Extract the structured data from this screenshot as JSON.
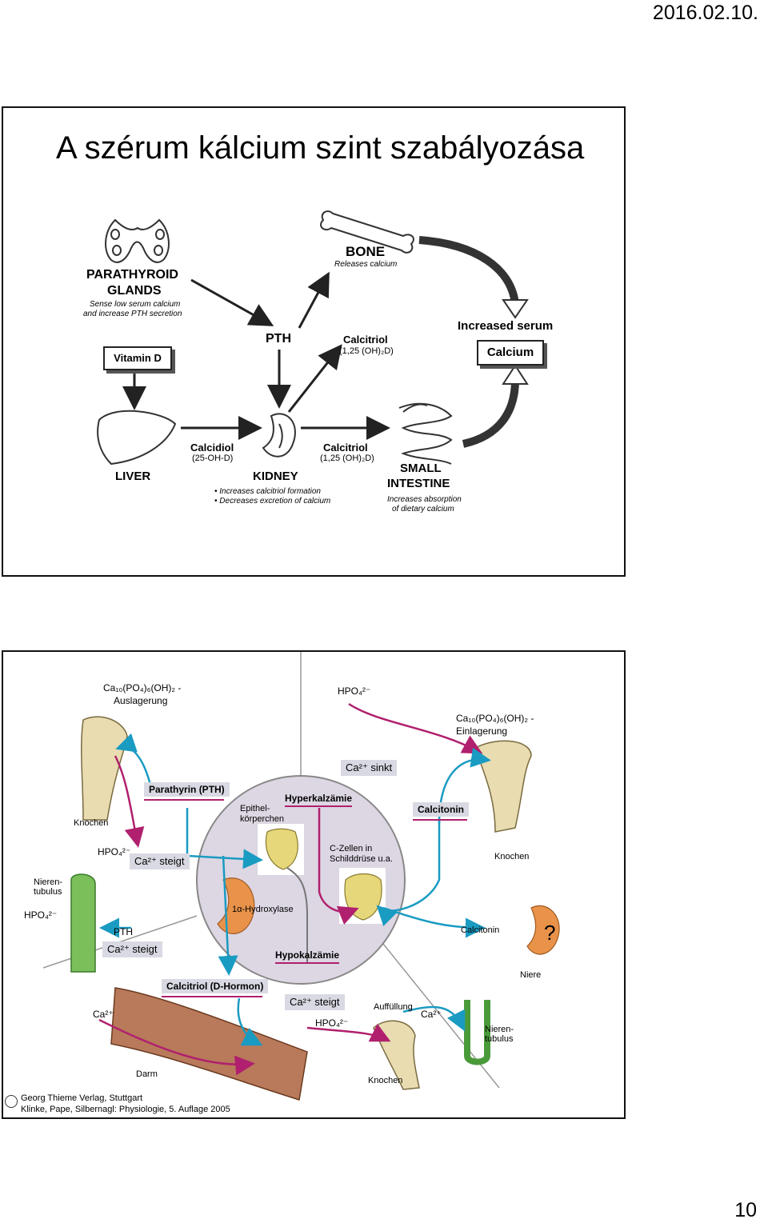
{
  "header": {
    "date": "2016.02.10."
  },
  "slide1": {
    "title": "A szérum kálcium szint szabályozása",
    "parathyroid": {
      "title_line1": "PARATHYROID",
      "title_line2": "GLANDS",
      "desc_line1": "Sense low serum calcium",
      "desc_line2": "and increase PTH secretion"
    },
    "bone": {
      "title": "BONE",
      "desc": "Releases calcium"
    },
    "pth": "PTH",
    "calcitriol_top": {
      "name": "Calcitriol",
      "formula": "(1,25 (OH)₂D)"
    },
    "vitamin_d": "Vitamin D",
    "increased_serum": "Increased serum",
    "calcium_box": "Calcium",
    "liver": "LIVER",
    "calcidiol": {
      "name": "Calcidiol",
      "formula": "(25-OH-D)"
    },
    "kidney": {
      "title": "KIDNEY",
      "bullet1": "• Increases calcitriol formation",
      "bullet2": "• Decreases excretion of calcium"
    },
    "calcitriol_bottom": {
      "name": "Calcitriol",
      "formula": "(1,25 (OH)₂D)"
    },
    "small_intestine": {
      "line1": "SMALL",
      "line2": "INTESTINE",
      "desc_line1": "Increases absorption",
      "desc_line2": "of dietary calcium"
    }
  },
  "slide2": {
    "auslagerung": {
      "formula": "Ca₁₀(PO₄)₆(OH)₂ -",
      "label": "Auslagerung"
    },
    "hpo4_top": "HPO₄²⁻",
    "einlagerung": {
      "formula": "Ca₁₀(PO₄)₆(OH)₂ -",
      "label": "Einlagerung"
    },
    "ca_sinkt": "Ca²⁺ sinkt",
    "parathyrin": "Parathyrin (PTH)",
    "hyperkalzaemie": "Hyperkalzämie",
    "calcitonin_box": "Calcitonin",
    "epithel_line1": "Epithel-",
    "epithel_line2": "körperchen",
    "knochen_left": "Knochen",
    "knochen_right": "Knochen",
    "hpo4_left": "HPO₄²⁻",
    "ca_steigt_1": "Ca²⁺ steigt",
    "czellen_line1": "C-Zellen in",
    "czellen_line2": "Schilddrüse u.a.",
    "nierentubulus_left_line1": "Nieren-",
    "nierentubulus_left_line2": "tubulus",
    "hpo4_kidney": "HPO₄²⁻",
    "hydroxylase": "1α-Hydroxylase",
    "pth_small": "PTH",
    "ca_steigt_2": "Ca²⁺ steigt",
    "hypokalzaemie": "Hypokalzämie",
    "calcitonin_right": "Calcitonin",
    "question": "?",
    "niere": "Niere",
    "calcitriol_dhormon": "Calcitriol (D-Hormon)",
    "ca_left": "Ca²⁺",
    "ca_steigt_3": "Ca²⁺ steigt",
    "hpo4_bottom": "HPO₄²⁻",
    "auffuellung": "Auffüllung",
    "ca_right": "Ca²⁺",
    "nierentubulus_right_line1": "Nieren-",
    "nierentubulus_right_line2": "tubulus",
    "darm": "Darm",
    "knochen_bottom": "Knochen",
    "footer_line1": "Georg Thieme Verlag, Stuttgart",
    "footer_line2": "Klinke, Pape, Silbernagl: Physiologie, 5. Auflage 2005"
  },
  "page_number": "10",
  "colors": {
    "magenta": "#b0206e",
    "cyan": "#1a9bc2",
    "green": "#4a9a3a",
    "bone": "#e8dcb0",
    "circle": "#ddd6e3"
  }
}
